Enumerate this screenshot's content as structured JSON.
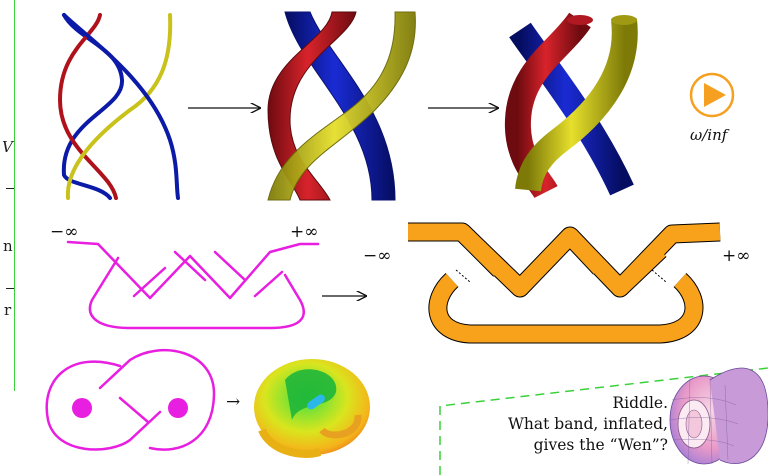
{
  "colors": {
    "red": "#b0121b",
    "blue": "#0c1aa8",
    "yellow": "#c8c21a",
    "magenta": "#e81ee0",
    "orange": "#f7a21a",
    "green_frame": "#3ad13a",
    "play_orange": "#f5a020"
  },
  "play": {
    "label": "ω/inf",
    "icon": "play-icon"
  },
  "row2": {
    "left_minus": "−∞",
    "left_plus": "+∞",
    "right_minus": "−∞",
    "right_plus": "+∞"
  },
  "row3": {
    "arrow": "→"
  },
  "riddle": {
    "line1": "Riddle.",
    "line2": "What band, inflated,",
    "line3": "gives the “Wen”?"
  },
  "side_fragments": {
    "a": "V",
    "b": "n",
    "c": "r"
  }
}
